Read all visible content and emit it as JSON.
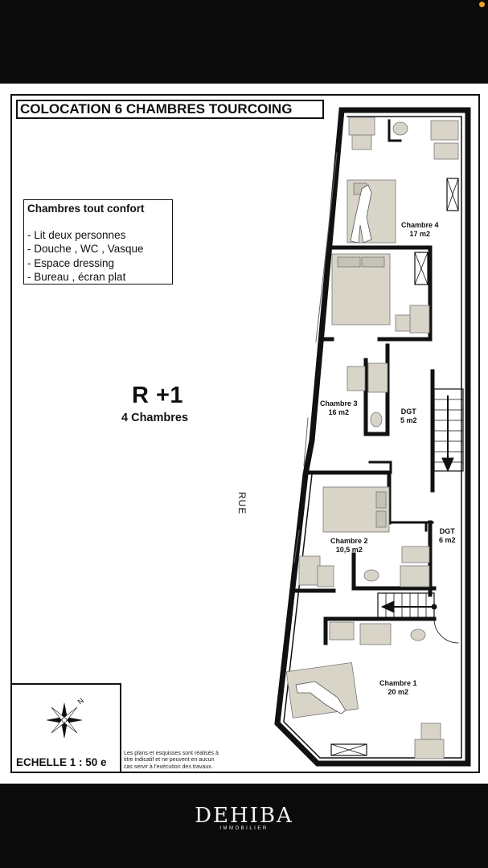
{
  "title": "COLOCATION 6 CHAMBRES TOURCOING",
  "features": {
    "heading": "Chambres tout confort",
    "items": [
      "- Lit deux personnes",
      "- Douche , WC , Vasque",
      "- Espace dressing",
      "- Bureau , écran plat"
    ]
  },
  "floor": {
    "level": "R +1",
    "rooms": "4 Chambres"
  },
  "street": "RUE",
  "rooms": [
    {
      "name": "Chambre 4",
      "area": "17 m2"
    },
    {
      "name": "Chambre 3",
      "area": "16 m2"
    },
    {
      "name": "DGT",
      "area": "5 m2"
    },
    {
      "name": "Chambre 2",
      "area": "10,5 m2"
    },
    {
      "name": "DGT",
      "area": "6 m2"
    },
    {
      "name": "Chambre 1",
      "area": "20 m2"
    }
  ],
  "scale": "ECHELLE 1 : 50 e",
  "disclaimer": [
    "Les plans et esquisses sont réalisés à",
    "titre indicatif et ne peuvent en aucun",
    "cas servir à l'exécution des travaux."
  ],
  "logo": {
    "name": "DEHIBA",
    "sub": "IMMOBILIER"
  },
  "colors": {
    "wall": "#111111",
    "furniture": "#d8d4c8",
    "background": "#0b0b0b"
  }
}
